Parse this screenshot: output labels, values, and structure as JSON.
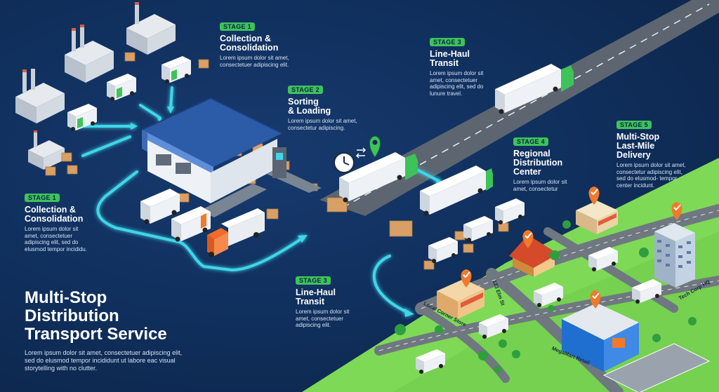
{
  "main": {
    "title_lines": [
      "Multi-Stop",
      "Distribution",
      "Transport Service"
    ],
    "description": "Lorem ipsum dolor sit amet, consectetuer adipiscing elit, sed do elusmod tempor incididunt ut labore eac visual storytelling with no clutter."
  },
  "stages": [
    {
      "badge": "STAGE 1",
      "title_lines": [
        "Collection &",
        "Consolidation"
      ],
      "desc_lines": [
        "Lorem ipsum dolor sit amet,",
        "consectetuer adipiscing elit."
      ]
    },
    {
      "badge": "STAGE 2",
      "title_lines": [
        "Sorting",
        "& Loading"
      ],
      "desc_lines": [
        "Lorem ipsum dolor sit amet,",
        "consectetur adipiscing."
      ]
    },
    {
      "badge": "STAGE 3",
      "title_lines": [
        "Line-Haul",
        "Transit"
      ],
      "desc_lines": [
        "Lorem ipsum dolor sit",
        "amet, consectetuer",
        "adipiscing elit, sed do",
        "lunure travel."
      ]
    },
    {
      "badge": "STAGE 4",
      "title_lines": [
        "Regional",
        "Distribution",
        "Center"
      ],
      "desc_lines": [
        "Lorem ipsum dolor sit",
        "amet, consectetur"
      ]
    },
    {
      "badge": "STAGE 5",
      "title_lines": [
        "Multi-Stop",
        "Last-Mile",
        "Delivery"
      ],
      "desc_lines": [
        "Lorem ipsum dolor sit amet,",
        "consectetur adipiscing elit,",
        "sed do elusmod- tempor",
        "center incidunt."
      ]
    },
    {
      "badge": "STAGE 1",
      "title_lines": [
        "Collection &",
        "Consolidation"
      ],
      "desc_lines": [
        "Lorem ipsum dolor sit",
        "amet, consectetuer",
        "adipiscing elit, sed do",
        "elusmod tempor incididu."
      ]
    },
    {
      "badge": "STAGE 3",
      "title_lines": [
        "Line-Haul",
        "Transit"
      ],
      "desc_lines": [
        "Lorem ipsum dolor sit",
        "amet, consectetuer",
        "adipiscing elit."
      ]
    }
  ],
  "places": {
    "street": "123 Elm St",
    "corner_store": "Local Corner Store",
    "hq": "Tech Corp HQ",
    "retail": "MegaMart Retail"
  },
  "colors": {
    "background": "#10305e",
    "accent_green": "#3ec25a",
    "glow_cyan": "#3fd6e8",
    "pin_orange": "#f07a2b",
    "grass": "#7ed957",
    "road": "#6f7780"
  }
}
